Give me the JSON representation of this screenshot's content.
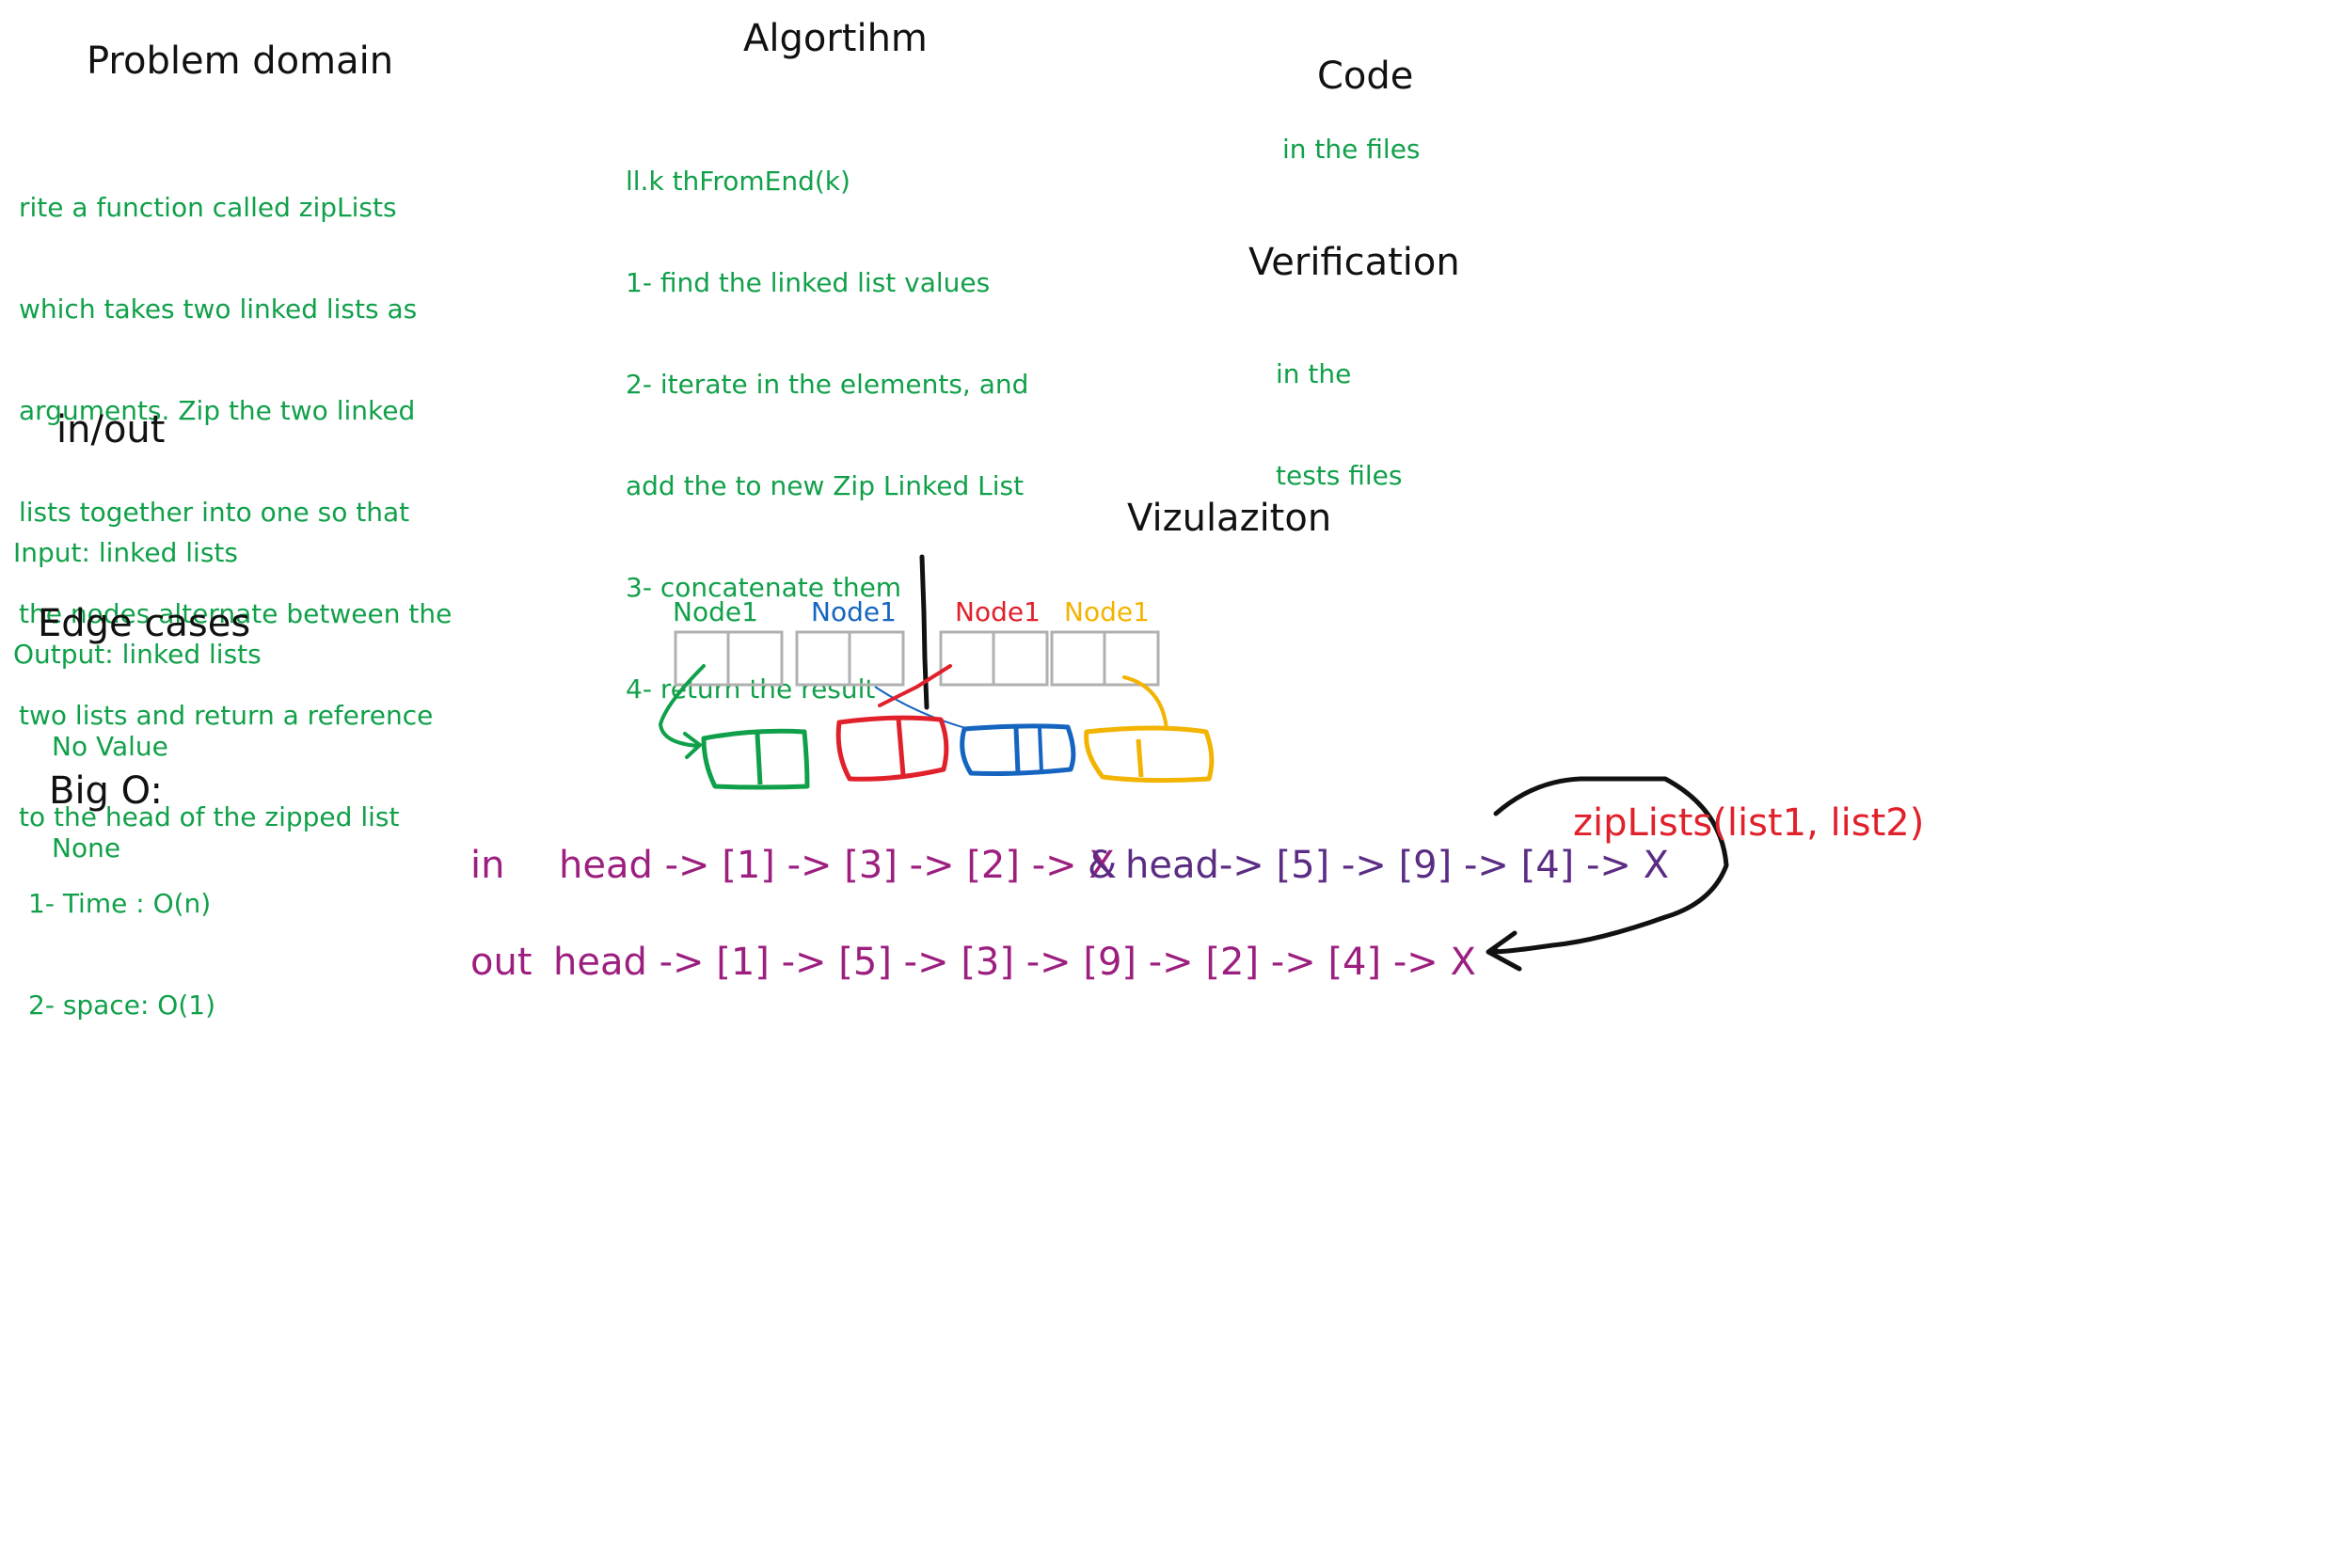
{
  "sections": {
    "problem_domain": {
      "title": "Problem domain",
      "lines": [
        "rite a function called zipLists",
        "which takes two linked lists as",
        "arguments. Zip the two linked",
        "lists together into one so that",
        "the nodes alternate between the",
        "two lists and return a reference",
        "to the head of the zipped list"
      ]
    },
    "algorithm": {
      "title": "Algortihm",
      "lines": [
        "ll.k thFromEnd(k)",
        "1- find the linked list values",
        "2- iterate in the elements, and",
        "add the to new Zip Linked List",
        "3- concatenate them",
        "4- return the result"
      ]
    },
    "code": {
      "title": "Code",
      "text": "in the files"
    },
    "verification": {
      "title": "Verification",
      "lines": [
        "in the",
        "tests files"
      ]
    },
    "in_out": {
      "title": "in/out",
      "lines": [
        "Input: linked lists",
        "Output: linked lists"
      ]
    },
    "edge_cases": {
      "title": "Edge cases",
      "lines": [
        "No Value",
        "None"
      ]
    },
    "big_o": {
      "title": "Big O:",
      "lines": [
        "1- Time : O(n)",
        "2- space: O(1)"
      ]
    },
    "visualization": {
      "title": "Vizulaziton",
      "nodes": [
        {
          "label": "Node1",
          "color": "#11a04a"
        },
        {
          "label": "Node1",
          "color": "#1565c0"
        },
        {
          "label": "Node1",
          "color": "#e0202b"
        },
        {
          "label": "Node1",
          "color": "#f2b400"
        }
      ],
      "function_call": "zipLists(list1, list2)",
      "in_label": "in",
      "in_list1": "head -> [1] -> [3] -> [2] -> X",
      "in_amp": "&",
      "in_list2": "head-> [5] -> [9] -> [4] -> X",
      "out_label": "out",
      "out_list": "head -> [1] -> [5] -> [3] -> [9] -> [2] -> [4] -> X"
    }
  },
  "colors": {
    "heading": "#111111",
    "green": "#11a04a",
    "blue": "#1565c0",
    "red": "#e0202b",
    "yellow": "#f2b400",
    "purple": "#9c1f7f",
    "dark_purple": "#5b2c83",
    "box_outline": "#b0b0b0"
  }
}
